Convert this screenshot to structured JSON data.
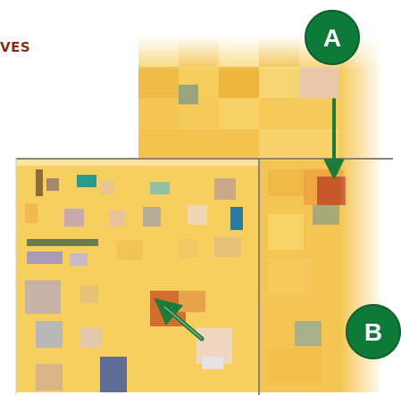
{
  "heading": {
    "text": "VES"
  },
  "badges": [
    {
      "label": "A",
      "color": "#0e7a3a"
    },
    {
      "label": "B",
      "color": "#0e7a3a"
    }
  ],
  "arrows": [
    {
      "name": "down-arrow",
      "color": "#1f7a3a"
    },
    {
      "name": "up-left-arrow",
      "color": "#1f7a3a"
    }
  ],
  "palette": {
    "tile_yellow": "#f6cf5e",
    "tile_orange": "#eeab38",
    "tile_rust": "#c45a2a",
    "grid_line": "#8c8574"
  }
}
